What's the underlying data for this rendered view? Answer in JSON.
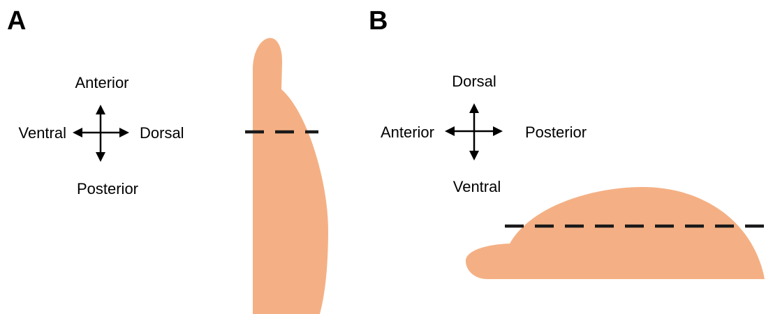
{
  "panels": [
    {
      "label": "A",
      "axes": {
        "up": "Anterior",
        "down": "Posterior",
        "left": "Ventral",
        "right": "Dorsal"
      }
    },
    {
      "label": "B",
      "axes": {
        "up": "Dorsal",
        "down": "Ventral",
        "left": "Anterior",
        "right": "Posterior"
      }
    }
  ],
  "colors": {
    "shape": "#f4b084",
    "cut_line": "#1a1a1a"
  }
}
